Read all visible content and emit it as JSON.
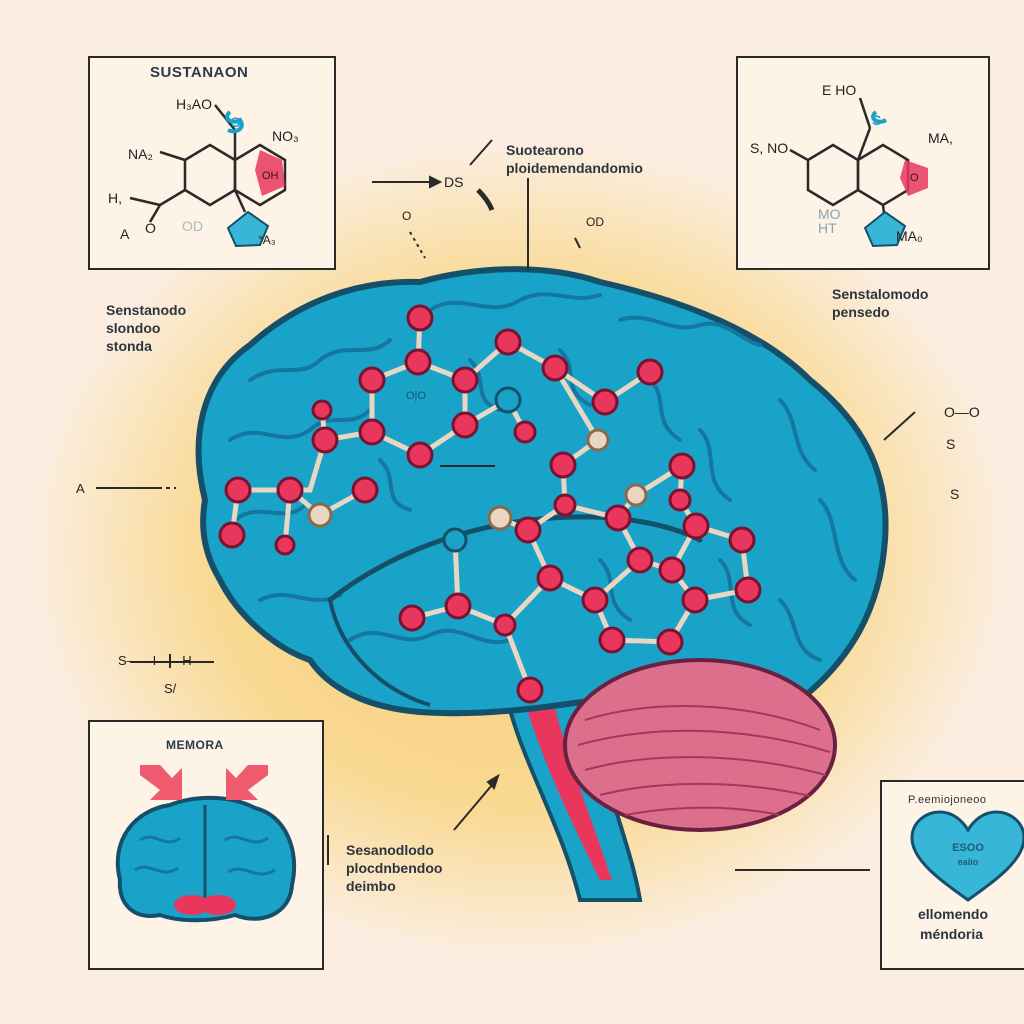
{
  "colors": {
    "background": "#fbeee0",
    "glow": "#f7cf7e",
    "brain": "#1aa3c8",
    "brain_outline": "#14506a",
    "atom": "#e8365d",
    "atom_light": "#f6b6c1",
    "bond": "#e9d7c3",
    "cerebellum": "#dc6f8c",
    "stem": "#e8365d",
    "arrow": "#f05a6e",
    "heart": "#38b6d8"
  },
  "panel_top_left": {
    "title": "SUSTANAON",
    "labels": [
      "H₃AO",
      "S",
      "NO₃",
      "NA₂",
      "H,",
      "A",
      "O",
      "OD",
      "OH",
      "°A₃"
    ]
  },
  "panel_top_right": {
    "labels": [
      "E HO",
      "S",
      "S, NO",
      "MA,",
      "O",
      "MO",
      "HT",
      "MA₀"
    ]
  },
  "panel_bottom_left": {
    "title": "MEMORA"
  },
  "panel_bottom_right": {
    "title": "P.eemiojoneoo",
    "heart_text": [
      "ESOO",
      "eaiio"
    ],
    "caption": [
      "ellomendo",
      "méndoria"
    ]
  },
  "labels": {
    "top_center": [
      "Suotearono",
      "ploidemendandomio"
    ],
    "ds": "DS",
    "o_small": "O",
    "od_right": "OD",
    "left_mid": [
      "Senstanodo",
      "slondoo",
      "stonda"
    ],
    "right_mid": [
      "Senstalomodo",
      "pensedo"
    ],
    "a_left": "A",
    "o_o_right": "O—O",
    "s_right_1": "S",
    "s_right_2": "S",
    "s_h": "S——I——H",
    "s_slash": "S/",
    "bottom_center": [
      "Sesanodlodo",
      "plocdnbendoo",
      "deimbo"
    ],
    "brain_oo": "O|O"
  }
}
